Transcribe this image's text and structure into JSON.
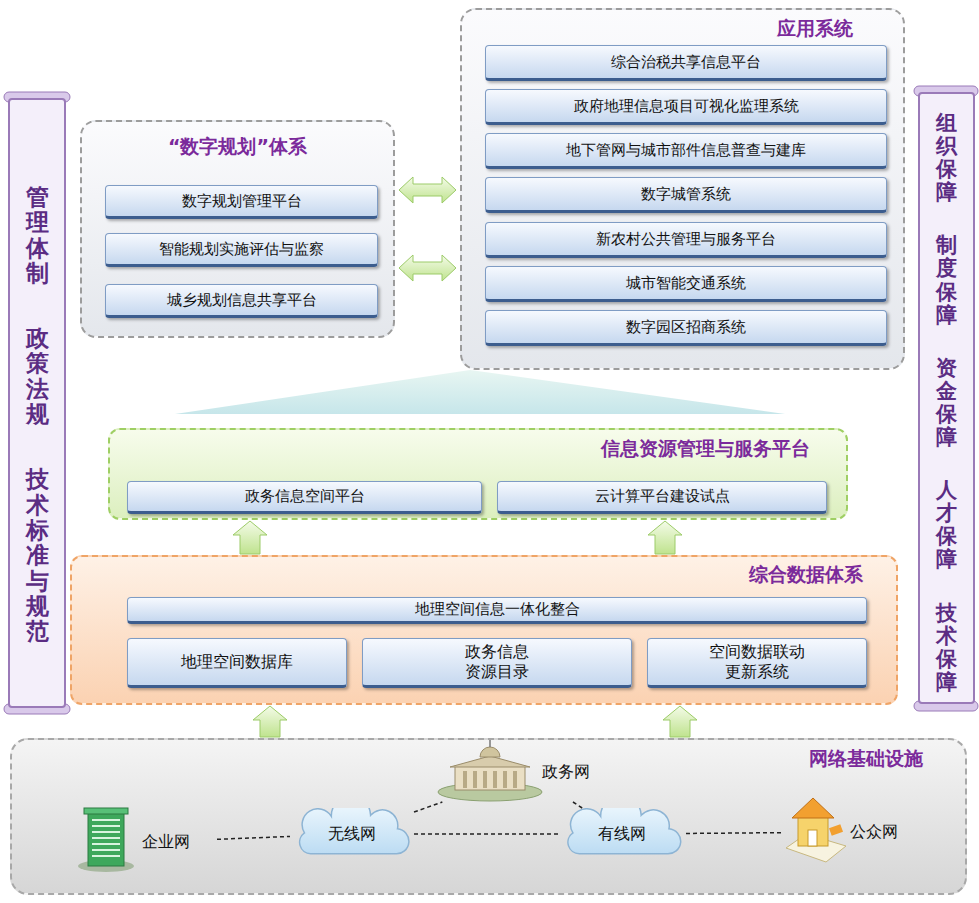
{
  "diagram": {
    "nodes": [
      {
        "text": [
          "“数字规划”体系"
        ]
      },
      {
        "text": [
          "数字规划管理平台"
        ],
        "in": 0
      },
      {
        "text": [
          "智能规划实施评估与监察"
        ],
        "in": 0
      },
      {
        "text": [
          "城乡规划信息共享平台"
        ],
        "in": 0
      },
      {
        "text": [
          "应用系统"
        ]
      },
      {
        "text": [
          "综合治税共享信息平台"
        ],
        "in": 4
      },
      {
        "text": [
          "政府地理信息项目可视化监理系统"
        ],
        "in": 4
      },
      {
        "text": [
          "地下管网与城市部件信息普查与建库"
        ],
        "in": 4
      },
      {
        "text": [
          "数字城管系统"
        ],
        "in": 4
      },
      {
        "text": [
          "新农村公共管理与服务平台"
        ],
        "in": 4
      },
      {
        "text": [
          "城市智能交通系统"
        ],
        "in": 4
      },
      {
        "text": [
          "数字园区招商系统"
        ],
        "in": 4
      },
      {
        "text": [
          "管理体制",
          "政策法规",
          "技术标准与规范"
        ]
      },
      {
        "text": [
          "组织保障",
          "制度保障",
          "资金保障",
          "人才保障",
          "技术保障"
        ]
      },
      {
        "text": [
          "信息资源管理与服务平台"
        ]
      },
      {
        "text": [
          "政务信息空间平台"
        ],
        "in": 14
      },
      {
        "text": [
          "云计算平台建设试点"
        ],
        "in": 14
      },
      {
        "text": [
          "综合数据体系"
        ]
      },
      {
        "text": [
          "地理空间信息一体化整合"
        ],
        "in": 17
      },
      {
        "text": [
          "地理空间数据库"
        ],
        "in": 17
      },
      {
        "text": [
          "政务信息 资源目录"
        ],
        "in": 17
      },
      {
        "text": [
          "空间数据联动 更新系统"
        ],
        "in": 17
      },
      {
        "text": [
          "网络基础设施"
        ]
      },
      {
        "text": [
          "政务网"
        ],
        "in": 22
      },
      {
        "text": [
          "企业网"
        ],
        "in": 22
      },
      {
        "text": [
          "无线网"
        ],
        "in": 22
      },
      {
        "text": [
          "有线网"
        ],
        "in": 22
      },
      {
        "text": [
          "公众网"
        ],
        "in": 22
      }
    ],
    "edges": [
      {
        "from": 0,
        "to": 4,
        "arrow": "both"
      },
      {
        "from": 0,
        "to": 4,
        "arrow": "both"
      },
      {
        "from": 17,
        "to": 14,
        "arrow": "to"
      },
      {
        "from": 17,
        "to": 14,
        "arrow": "to"
      },
      {
        "from": 22,
        "to": 17,
        "arrow": "to"
      },
      {
        "from": 22,
        "to": 17,
        "arrow": "to"
      },
      {
        "from": 24,
        "to": 25,
        "arrow": "none"
      },
      {
        "from": 25,
        "to": 23,
        "arrow": "none"
      },
      {
        "from": 25,
        "to": 26,
        "arrow": "none"
      },
      {
        "from": 23,
        "to": 26,
        "arrow": "none"
      },
      {
        "from": 26,
        "to": 27,
        "arrow": "none"
      }
    ]
  }
}
